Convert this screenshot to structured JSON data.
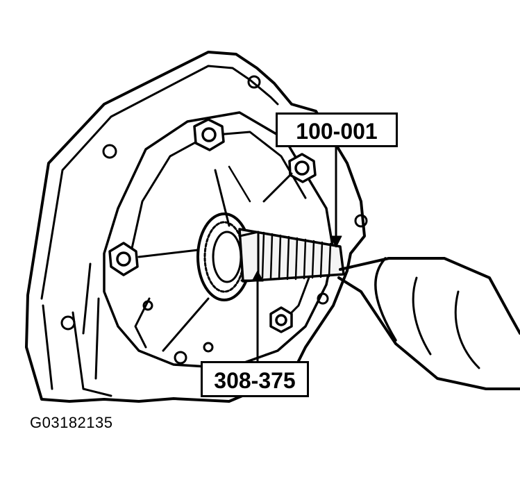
{
  "callouts": {
    "tool_top": "100-001",
    "tool_bottom": "308-375"
  },
  "figure_id": "G03182135",
  "colors": {
    "ink": "#000000",
    "paper": "#ffffff",
    "tool_fill": "#f4f4f4"
  }
}
